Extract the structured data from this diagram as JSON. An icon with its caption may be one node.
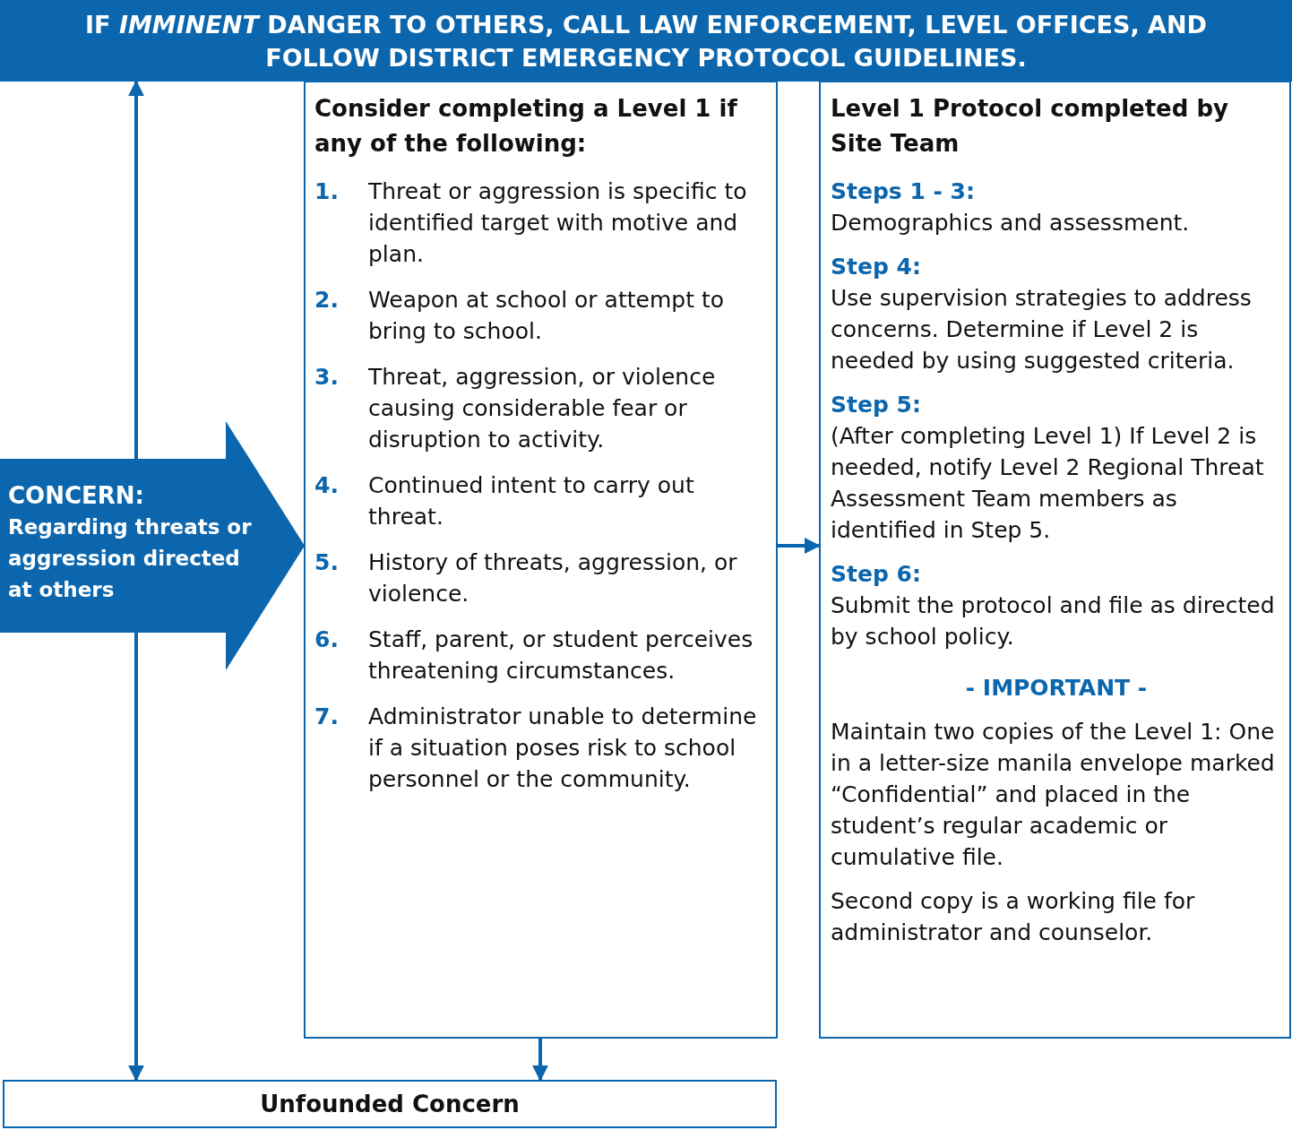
{
  "diagram": {
    "nodes": [
      {
        "text": [
          "IF *IMMINENT* DANGER TO OTHERS, CALL LAW ENFORCEMENT, LEVEL OFFICES, AND FOLLOW DISTRICT EMERGENCY PROTOCOL GUIDELINES."
        ]
      },
      {
        "text": [
          "CONCERN:",
          "Regarding threats or aggression directed at others"
        ]
      },
      {
        "text": [
          "Consider completing a Level 1 if any of the following:",
          "1.",
          "Threat or aggression is specific to identified target with motive and plan.",
          "2.",
          "Weapon at school or attempt to bring to school.",
          "3.",
          "Threat, aggression, or violence causing considerable fear or disruption to activity.",
          "4.",
          "Continued intent to carry out threat.",
          "5.",
          "History of threats, aggression, or violence.",
          "6.",
          "Staff, parent, or student perceives threatening circumstances.",
          "7.",
          "Administrator unable to determine if a situation poses risk to school personnel or the community."
        ]
      },
      {
        "text": [
          "Level 1 Protocol completed by Site Team",
          "Steps 1 - 3:",
          "Demographics and assessment.",
          "Step 4:",
          "Use supervision strategies to address concerns. Determine if Level 2 is needed by using suggested criteria.",
          "Step 5:",
          "(After completing Level 1) If Level 2 is needed, notify Level 2 Regional Threat Assessment Team members as identified in Step 5.",
          "Step 6:",
          "Submit the protocol and file as directed by school policy.",
          "- IMPORTANT -",
          "Maintain two copies of the Level 1: One in a letter-size manila envelope marked “Confidential” and placed in the student’s regular academic or cumulative file.",
          "Second copy is a working file for administrator and counselor."
        ]
      },
      {
        "text": [
          "Unfounded Concern"
        ]
      }
    ],
    "edges": [
      {
        "from": 1,
        "to": 0,
        "arrow": "to"
      },
      {
        "from": 1,
        "to": 4,
        "arrow": "to"
      },
      {
        "from": 2,
        "to": 3,
        "arrow": "to"
      },
      {
        "from": 2,
        "to": 4,
        "arrow": "to"
      }
    ]
  }
}
